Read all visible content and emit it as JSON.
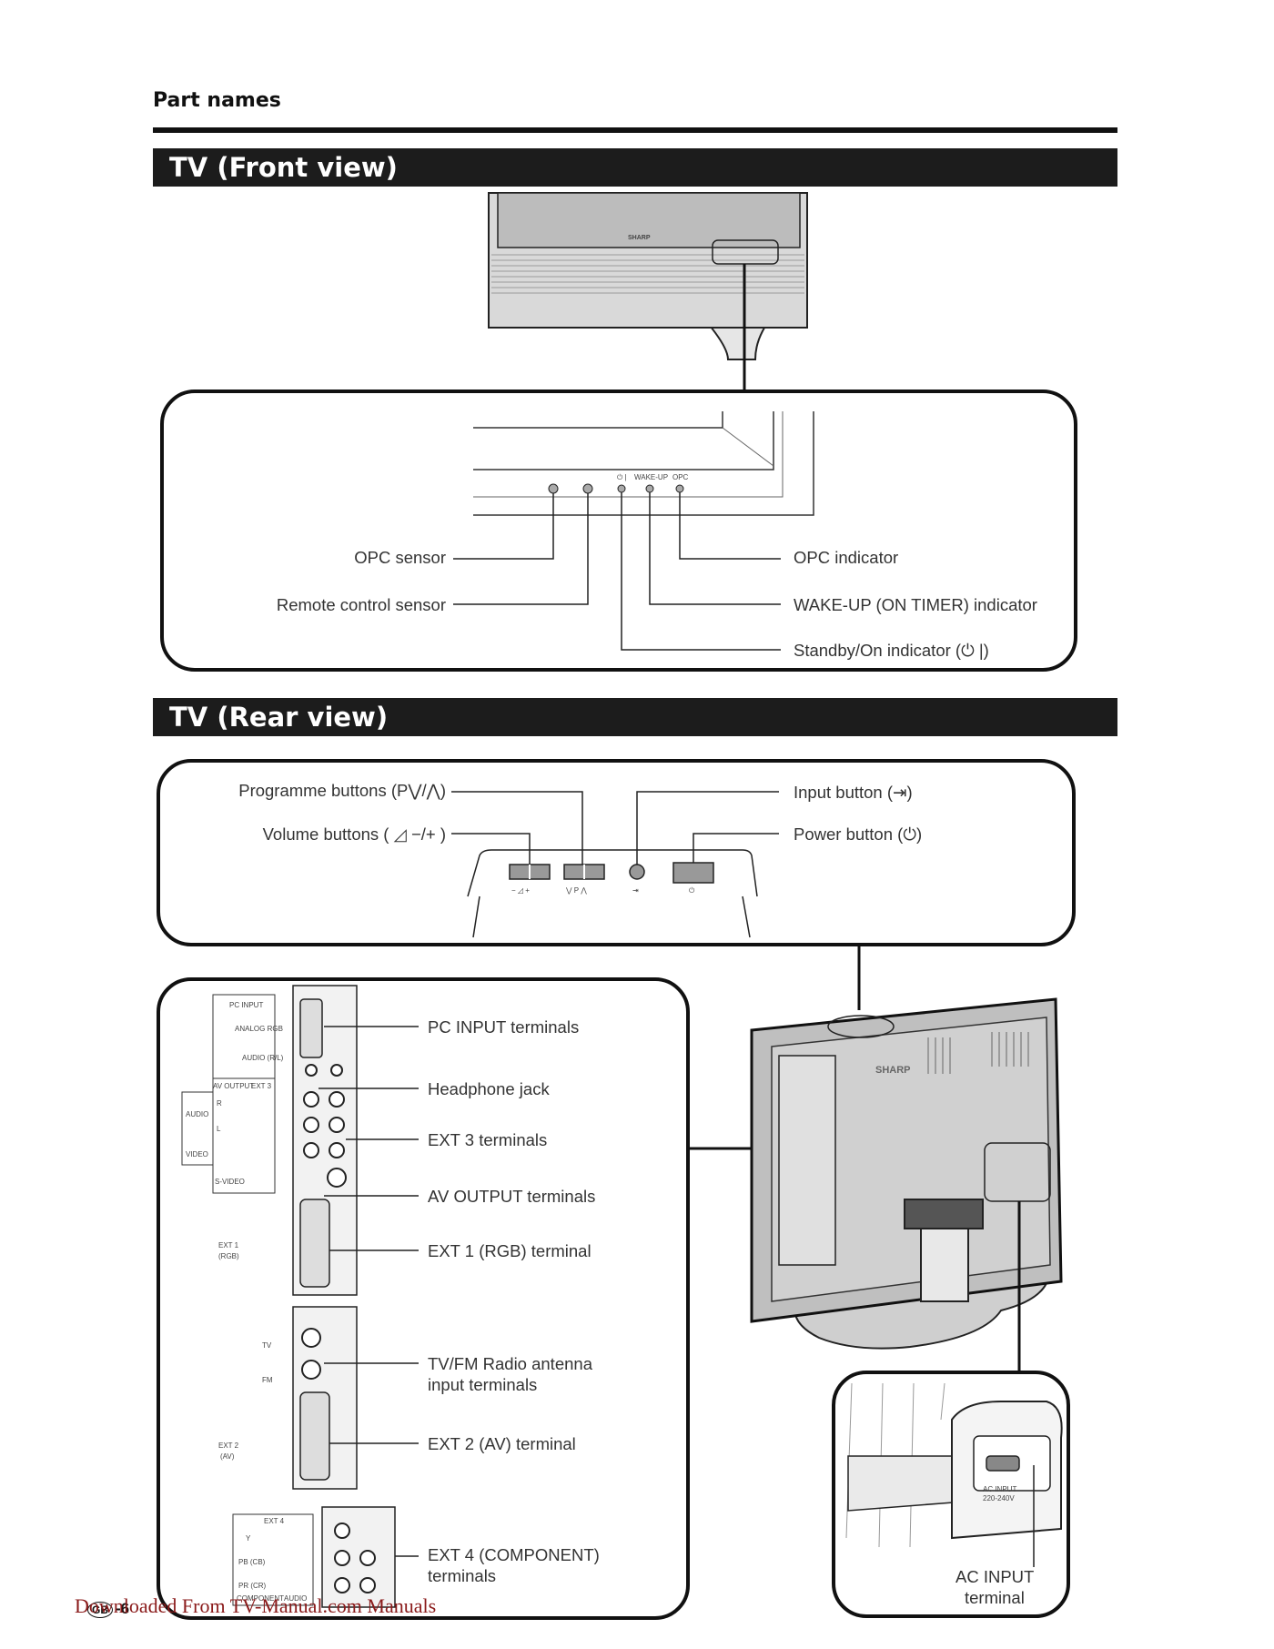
{
  "page": {
    "heading": "Part names",
    "page_number": "-6",
    "page_badge": "GB",
    "footer": "Downloaded From TV-Manual.com Manuals"
  },
  "front_view": {
    "title": "TV (Front view)",
    "brand": "SHARP",
    "panel_marks": {
      "standby": "⏻ |",
      "wake_up": "WAKE-UP",
      "opc": "OPC"
    },
    "labels": {
      "opc_sensor": "OPC sensor",
      "remote_sensor": "Remote control sensor",
      "opc_indicator": "OPC indicator",
      "wakeup_indicator": "WAKE-UP (ON TIMER) indicator",
      "standby_indicator": "Standby/On indicator (⏻ |)"
    }
  },
  "rear_view": {
    "title": "TV (Rear view)",
    "brand": "SHARP",
    "buttons": {
      "programme": "Programme buttons (P⋁/⋀)",
      "volume": "Volume buttons ( ◿ −/+ )",
      "input": "Input button (⇥)",
      "power": "Power button (⏻)",
      "vol_marks": "−  ◿  +",
      "prog_marks": "⋁  P  ⋀",
      "input_mark": "⇥",
      "power_mark": "⏻"
    },
    "terminals": {
      "pc_input": "PC INPUT terminals",
      "headphone": "Headphone jack",
      "ext3": "EXT 3 terminals",
      "av_output": "AV OUTPUT terminals",
      "ext1": "EXT 1 (RGB) terminal",
      "antenna_1": "TV/FM Radio antenna",
      "antenna_2": "input terminals",
      "ext2": "EXT 2 (AV) terminal",
      "ext4_1": "EXT 4 (COMPONENT)",
      "ext4_2": "terminals",
      "ac_1": "AC INPUT",
      "ac_2": "terminal"
    },
    "panel_marks": {
      "pc_input": "PC INPUT",
      "analog_rgb": "ANALOG RGB",
      "audio_rl": "AUDIO (R/L)",
      "av_output": "AV OUTPUT",
      "ext3": "EXT 3",
      "audio": "AUDIO",
      "video": "VIDEO",
      "s_video": "S-VIDEO",
      "r": "R",
      "l": "L",
      "ext1": "EXT 1",
      "rgb": "(RGB)",
      "tv": "TV",
      "fm": "FM",
      "ext2": "EXT 2",
      "av": "(AV)",
      "ext4": "EXT 4",
      "y": "Y",
      "pb": "PB (CB)",
      "pr": "PR (CR)",
      "component": "COMPONENT",
      "audio_small": "AUDIO",
      "ac_input_small": "AC INPUT",
      "ac_voltage": "220-240V"
    }
  }
}
